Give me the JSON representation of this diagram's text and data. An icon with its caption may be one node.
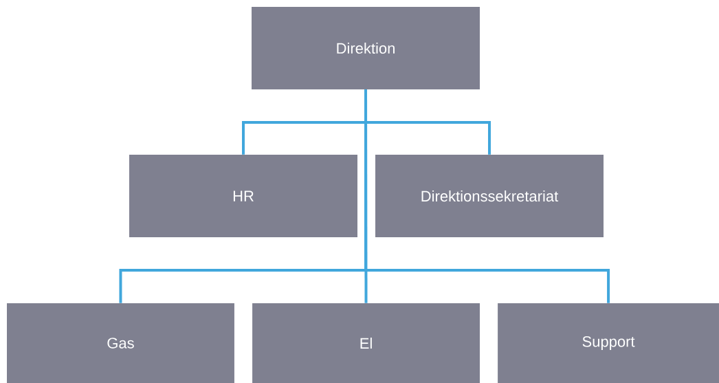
{
  "diagram": {
    "nodes": [
      {
        "text": [
          "Direktion"
        ]
      },
      {
        "text": [
          "HR"
        ]
      },
      {
        "text": [
          "Direktionssekretariat"
        ]
      },
      {
        "text": [
          "Gas"
        ]
      },
      {
        "text": [
          "El"
        ]
      },
      {
        "text": [
          "Support"
        ]
      }
    ],
    "edges": [
      {
        "from": 0,
        "to": 1,
        "arrow": "none"
      },
      {
        "from": 0,
        "to": 2,
        "arrow": "none"
      },
      {
        "from": 0,
        "to": 3,
        "arrow": "none"
      },
      {
        "from": 0,
        "to": 4,
        "arrow": "none"
      },
      {
        "from": 0,
        "to": 5,
        "arrow": "none"
      }
    ]
  }
}
